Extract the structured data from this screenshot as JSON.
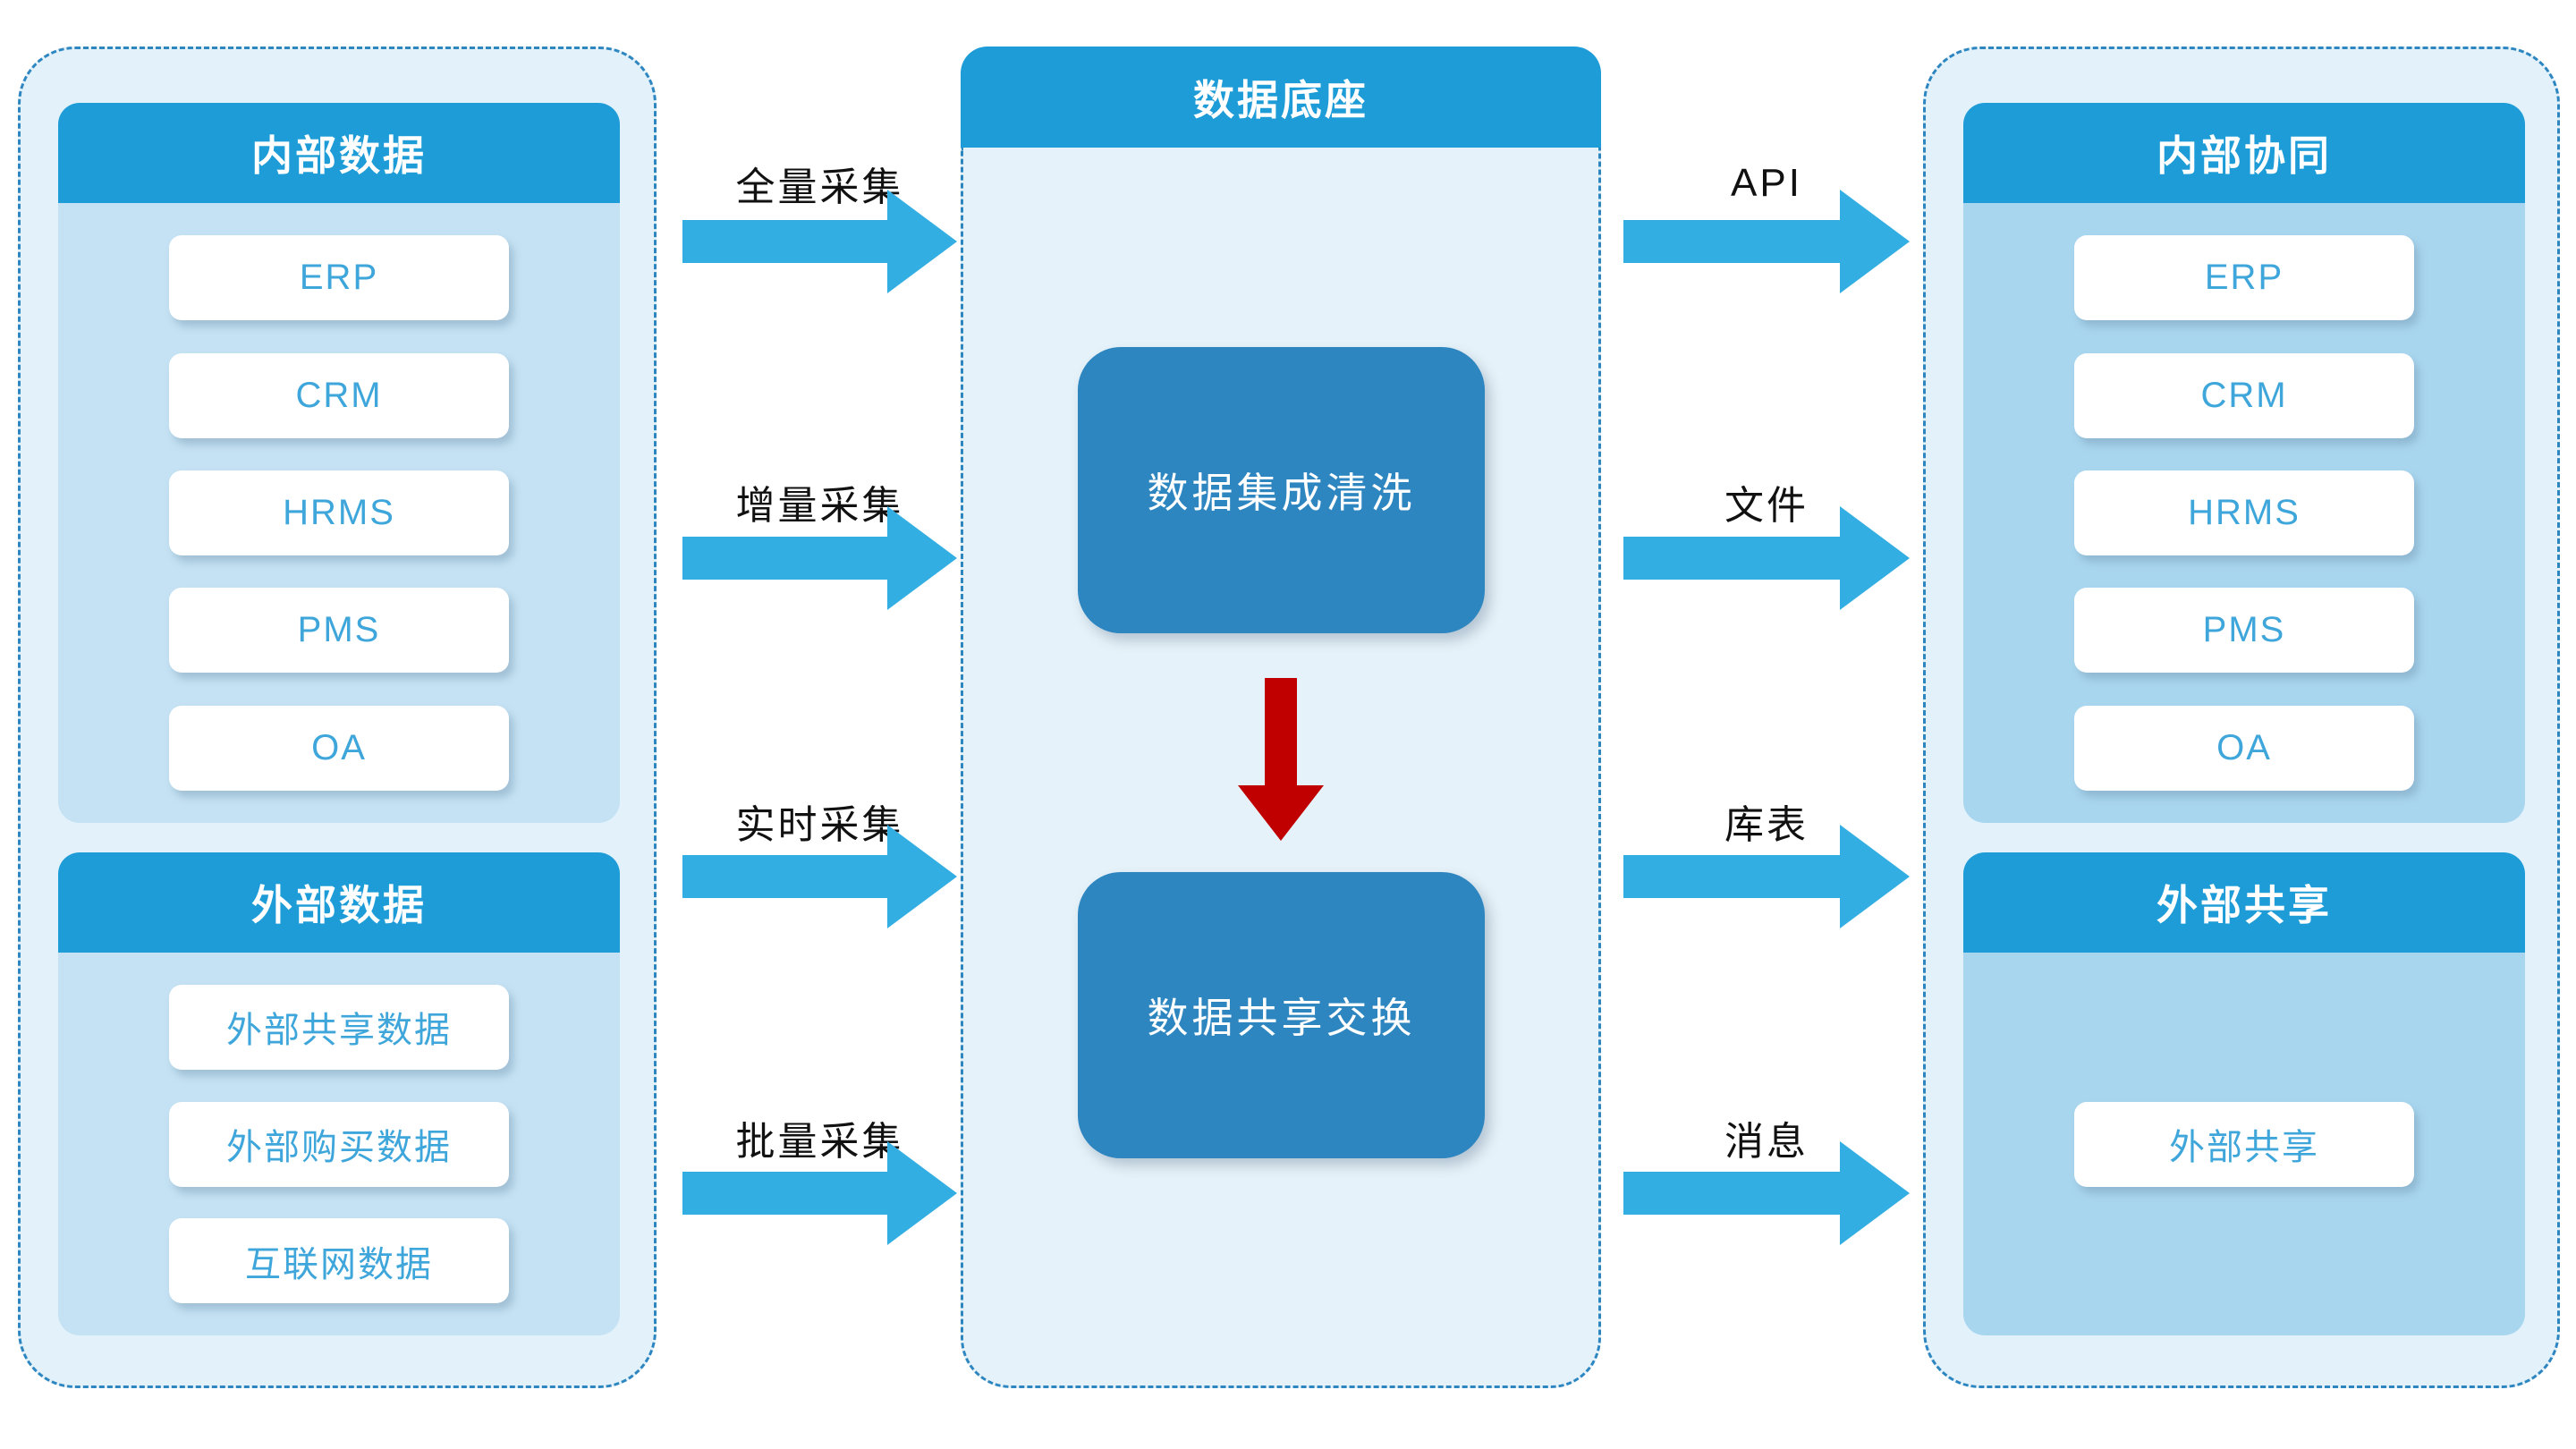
{
  "colors": {
    "header_blue": "#1E9CD7",
    "node_blue": "#2E86C1",
    "arrow_cyan": "#33AEE3",
    "arrow_red": "#C00000",
    "outer_fill": "#E2F1FA",
    "left_body_fill": "#C4E2F3",
    "right_body_fill": "#A9D6EF",
    "center_body_fill": "#E6F2F9",
    "item_text_blue": "#3EA6DA",
    "dash_border": "#2E86C1",
    "label_text": "#111111"
  },
  "left_panel": {
    "sections": [
      {
        "title": "内部数据",
        "items": [
          "ERP",
          "CRM",
          "HRMS",
          "PMS",
          "OA"
        ]
      },
      {
        "title": "外部数据",
        "items": [
          "外部共享数据",
          "外部购买数据",
          "互联网数据"
        ]
      }
    ]
  },
  "center_panel": {
    "title": "数据底座",
    "nodes": [
      "数据集成清洗",
      "数据共享交换"
    ]
  },
  "right_panel": {
    "sections": [
      {
        "title": "内部协同",
        "items": [
          "ERP",
          "CRM",
          "HRMS",
          "PMS",
          "OA"
        ]
      },
      {
        "title": "外部共享",
        "items": [
          "外部共享"
        ]
      }
    ]
  },
  "left_arrows": [
    "全量采集",
    "增量采集",
    "实时采集",
    "批量采集"
  ],
  "right_arrows": [
    "API",
    "文件",
    "库表",
    "消息"
  ]
}
